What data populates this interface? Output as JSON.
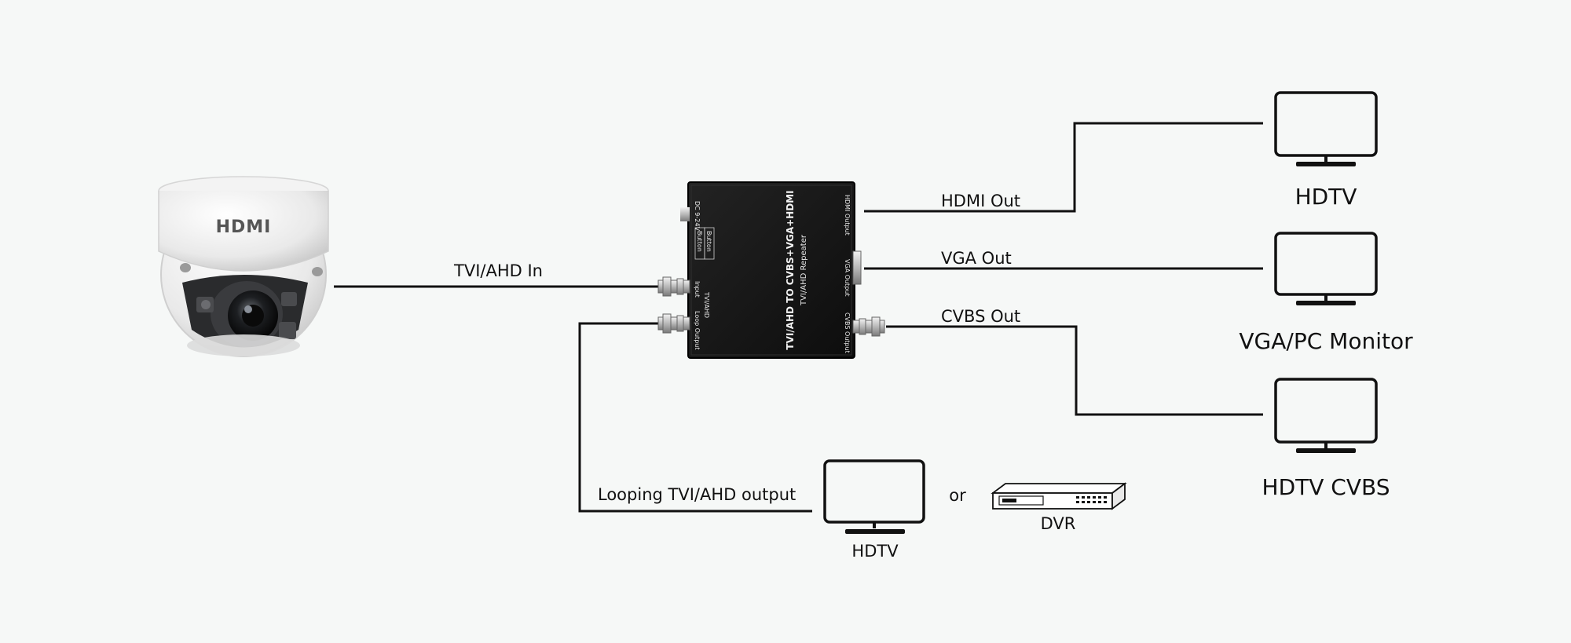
{
  "camera": {
    "brand_text": "HDMI"
  },
  "converter": {
    "title": "TVI/AHD TO CVBS+VGA+HDMI",
    "subtitle": "TVI/AHD Repeater",
    "port_dc": "DC 9-24V",
    "port_button_1": "Button",
    "port_button_2": "Button",
    "port_input": "Input",
    "port_tviahd": "TVI/AHD",
    "port_loop": "Loop Output",
    "port_hdmi": "HDMI Output",
    "port_vga": "VGA Output",
    "port_cvbs": "CVBS Output"
  },
  "connections": {
    "tvi_in": "TVI/AHD In",
    "hdmi_out": "HDMI Out",
    "vga_out": "VGA Out",
    "cvbs_out": "CVBS Out",
    "loop_out": "Looping TVI/AHD output",
    "or": "or"
  },
  "devices": {
    "hdtv_top": "HDTV",
    "vga_monitor": "VGA/PC Monitor",
    "hdtv_cvbs": "HDTV CVBS",
    "hdtv_bottom": "HDTV",
    "dvr": "DVR"
  },
  "icons": [
    "dome-camera-icon",
    "converter-box-icon",
    "monitor-icon",
    "dvr-icon",
    "bnc-connector-icon",
    "vga-connector-icon"
  ]
}
